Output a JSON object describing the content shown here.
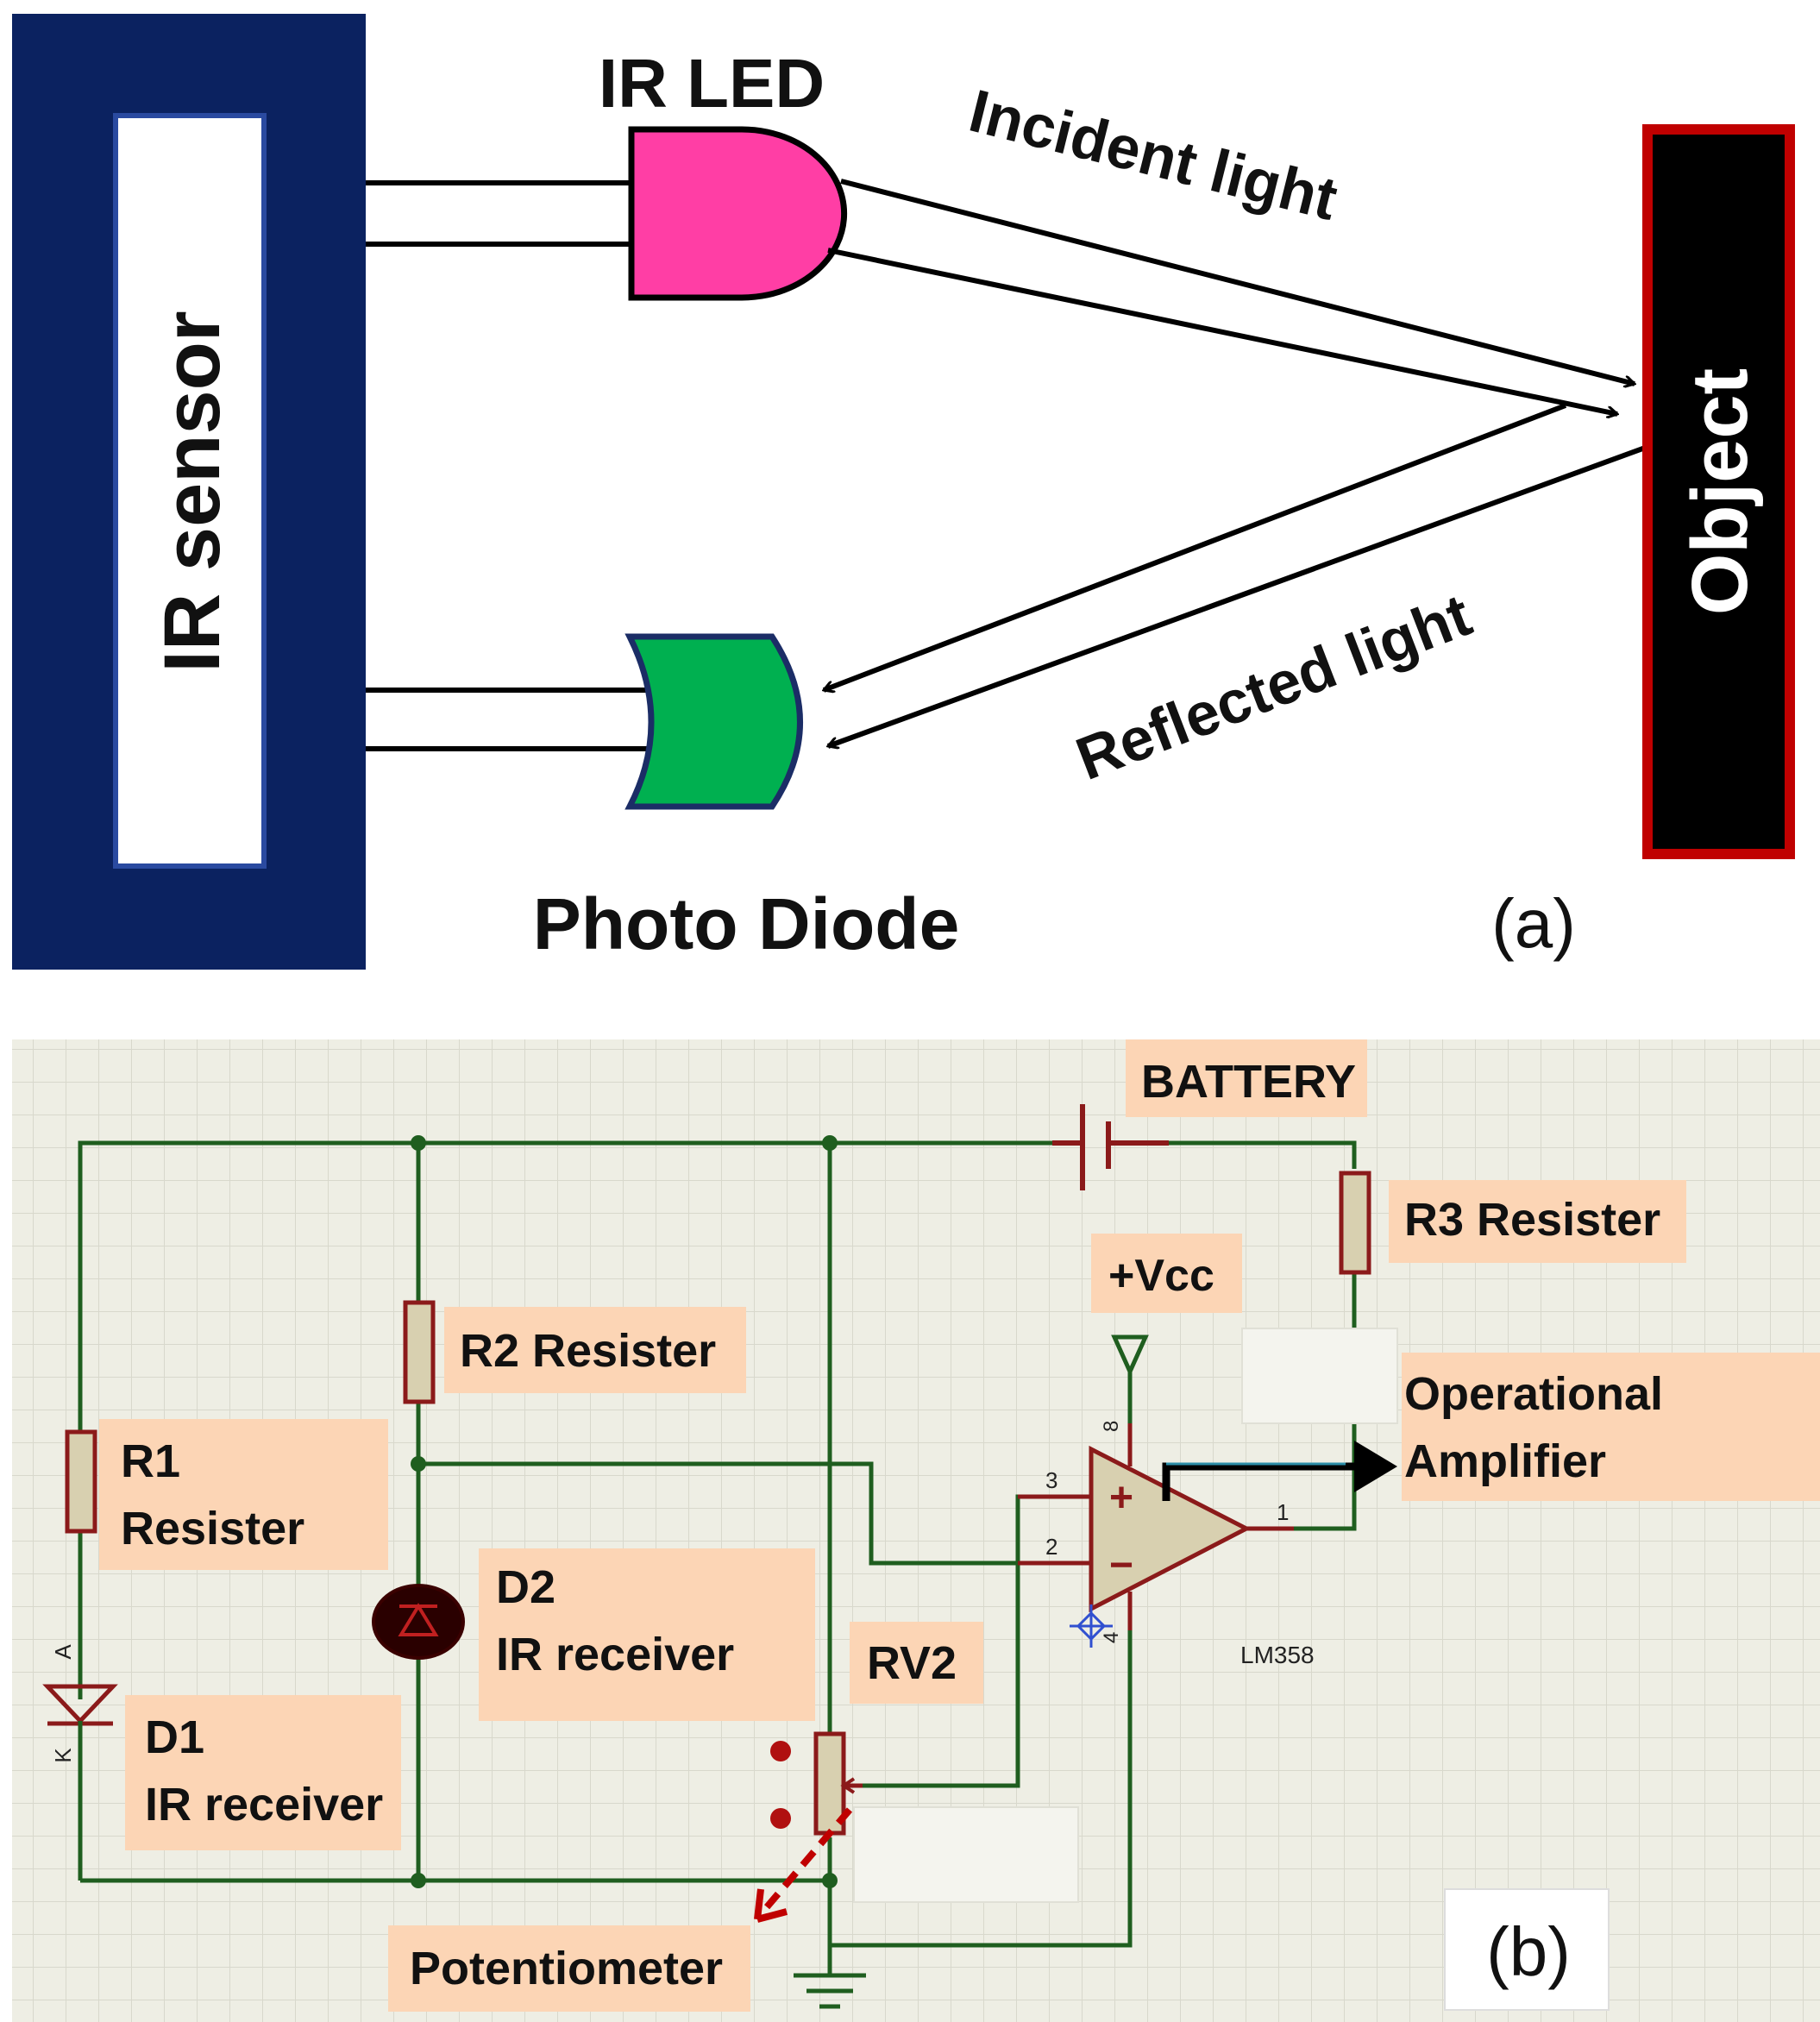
{
  "panel_a": {
    "sensor_label": "IR sensor",
    "led_label": "IR LED",
    "incident_label": "Incident light",
    "reflected_label": "Reflected light",
    "object_label": "Object",
    "photodiode_label": "Photo Diode",
    "panel_tag": "(a)",
    "colors": {
      "sensor_frame": "#0b2260",
      "led_fill": "#ff3ea5",
      "photodiode_fill": "#00b050",
      "object_fill": "#000000",
      "object_border": "#c00000"
    }
  },
  "panel_b": {
    "battery_label": "BATTERY",
    "r3_label": "R3 Resister",
    "vcc_label": "+Vcc",
    "r2_label": "R2 Resister",
    "r1_label_line1": "R1",
    "r1_label_line2": "Resister",
    "opamp_label_line1": "Operational",
    "opamp_label_line2": "Amplifier",
    "d2_label_line1": "D2",
    "d2_label_line2": "IR receiver",
    "rv2_label": "RV2",
    "d1_label_line1": "D1",
    "d1_label_line2": "IR receiver",
    "pot_label": "Potentiometer",
    "chip_label": "LM358",
    "pin_plus": "+",
    "pin_minus": "−",
    "pin_3": "3",
    "pin_2": "2",
    "pin_1": "1",
    "pin_8": "8",
    "pin_4": "4",
    "anode": "A",
    "cathode": "K",
    "panel_tag": "(b)",
    "colors": {
      "grid_bg": "#eeeee4",
      "wire": "#1f5e1f",
      "component": "#8b1a1a",
      "label_bg": "#fcd5b5"
    }
  }
}
